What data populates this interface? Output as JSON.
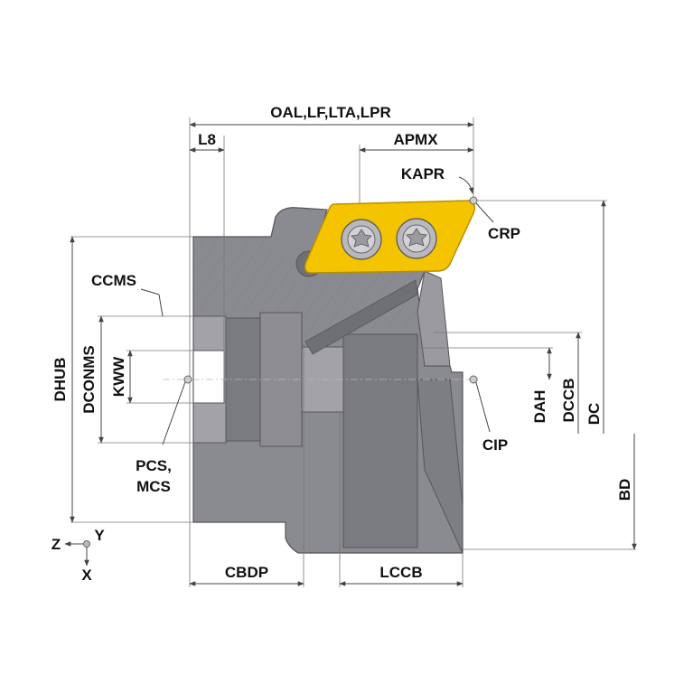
{
  "colors": {
    "body": "#8a8a91",
    "body_dark": "#6f6f76",
    "body_light": "#a2a2a8",
    "insert": "#f5c400",
    "insert_edge": "#b98f00",
    "screw": "#b9b9bd",
    "point": "#aaaaaa"
  },
  "labels": {
    "oal": "OAL,LF,LTA,LPR",
    "l8": "L8",
    "apmx": "APMX",
    "kapr": "KAPR",
    "crp": "CRP",
    "ccms": "CCMS",
    "dhub": "DHUB",
    "dconms": "DCONMS",
    "kww": "KWW",
    "pcs": "PCS,",
    "mcs": "MCS",
    "cip": "CIP",
    "dah": "DAH",
    "dccb": "DCCB",
    "dc": "DC",
    "bd": "BD",
    "cbdp": "CBDP",
    "lccb": "LCCB"
  },
  "axes": {
    "z": "Z",
    "y": "Y",
    "x": "X"
  }
}
